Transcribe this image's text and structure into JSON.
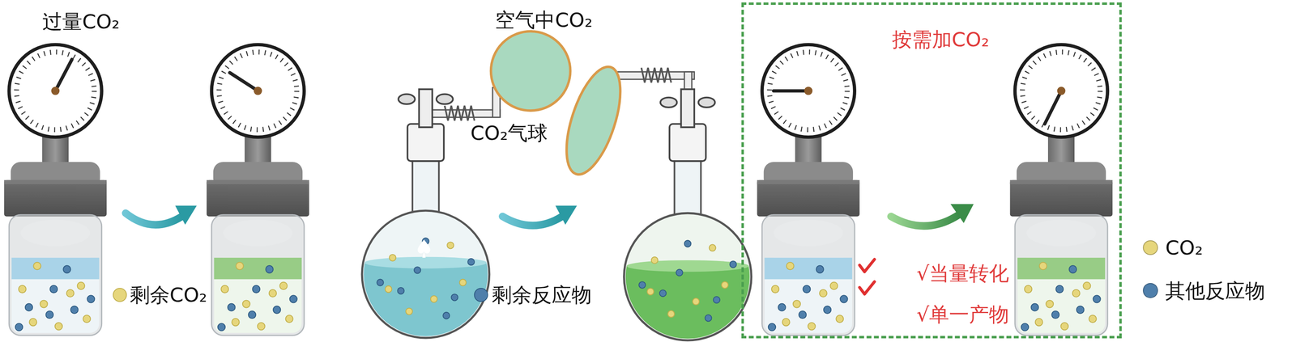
{
  "diagram": {
    "nodes": [
      {
        "text": [
          "CO₂气球"
        ]
      },
      {
        "text": [
          "按需加CO₂",
          "√当量转化",
          "√单一产物"
        ]
      }
    ],
    "labels": [
      "过量CO₂",
      "剩余CO₂",
      "空气中CO₂",
      "剩余反应物"
    ],
    "legend": [
      {
        "text": "CO₂",
        "color": "#e6d67c"
      },
      {
        "text": "其他反应物",
        "color": "#4f7fab"
      }
    ]
  }
}
